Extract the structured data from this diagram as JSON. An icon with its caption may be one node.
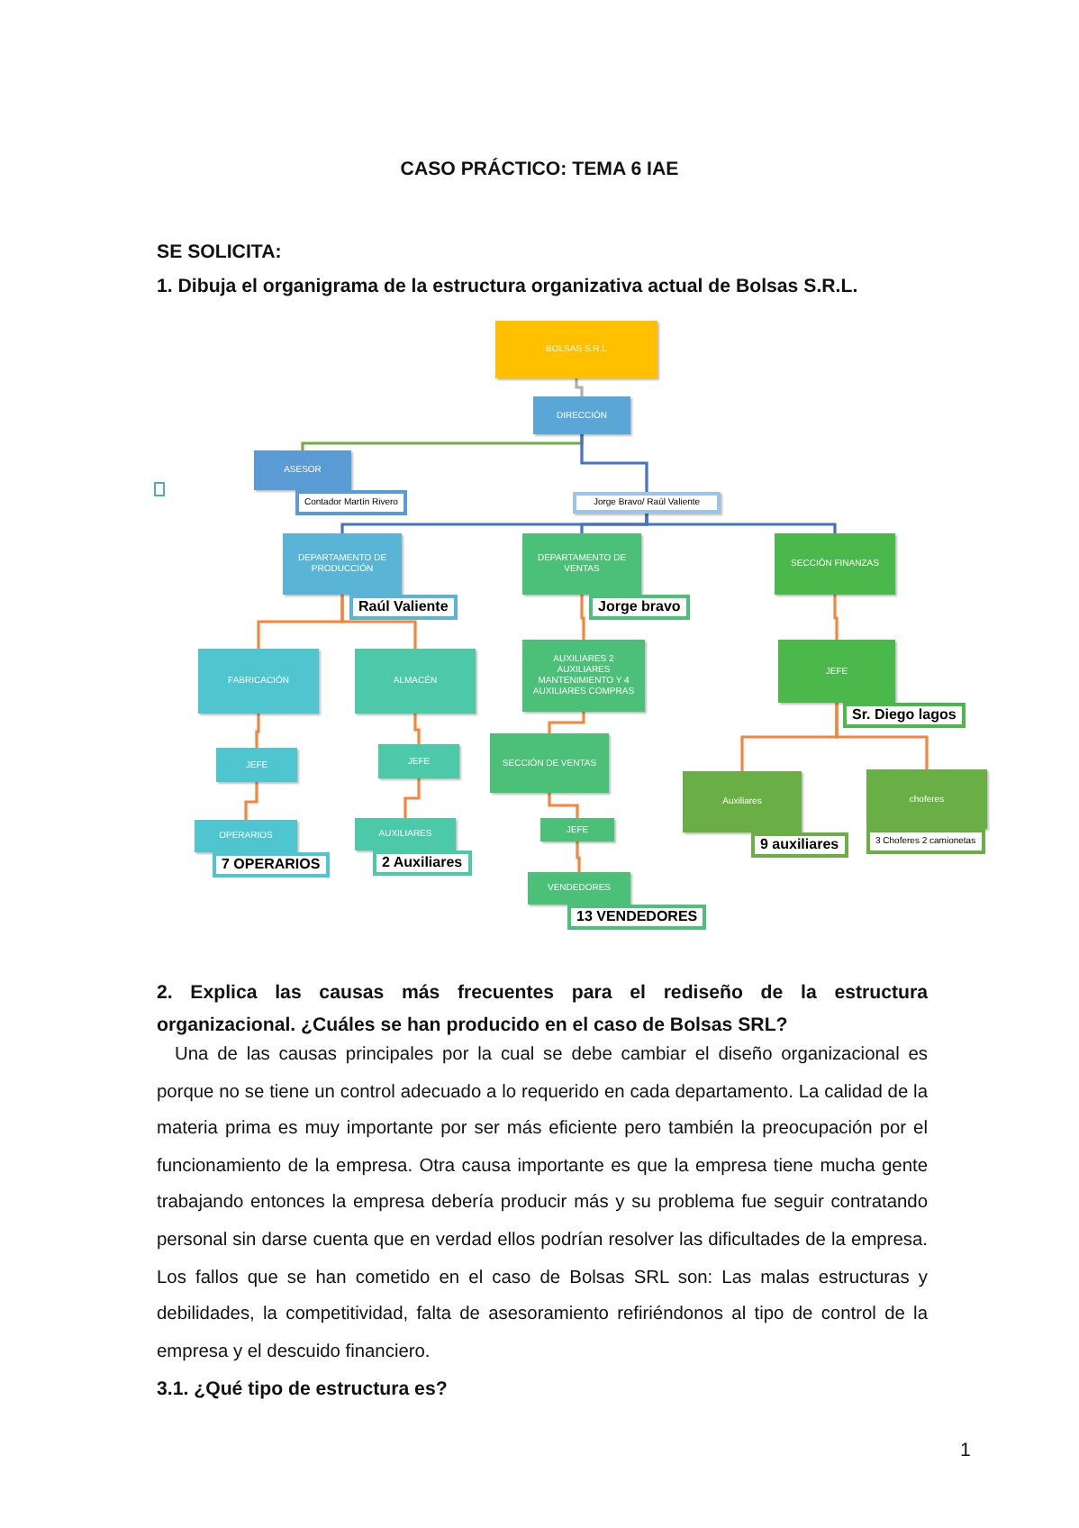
{
  "diagram": {
    "title": "CASO PRÁCTICO: TEMA 6 IAE",
    "nodes": [
      {
        "text": [
          "BOLSAS S.R.L"
        ]
      },
      {
        "text": [
          "DIRECCIÓN"
        ]
      },
      {
        "text": [
          "ASESOR"
        ],
        "beside": [
          "Contador Martín Rivero"
        ]
      },
      {
        "text": [
          "Jorge Bravo/ Raúl Valiente"
        ]
      },
      {
        "text": [
          "DEPARTAMENTO DE PRODUCCIÓN"
        ],
        "beside": [
          "Raúl Valiente"
        ]
      },
      {
        "text": [
          "DEPARTAMENTO DE VENTAS"
        ],
        "beside": [
          "Jorge bravo"
        ]
      },
      {
        "text": [
          "SECCIÓN FINANZAS"
        ]
      },
      {
        "text": [
          "FABRICACIÓN"
        ]
      },
      {
        "text": [
          "ALMACÉN"
        ]
      },
      {
        "text": [
          "AUXILIARES 2 AUXILIARES MANTENIMIENTO Y 4 AUXILIARES COMPRAS"
        ]
      },
      {
        "text": [
          "JEFE"
        ],
        "beside": [
          "Sr. Diego lagos"
        ]
      },
      {
        "text": [
          "JEFE"
        ]
      },
      {
        "text": [
          "JEFE"
        ]
      },
      {
        "text": [
          "SECCIÓN DE VENTAS"
        ]
      },
      {
        "text": [
          "Auxiliares"
        ],
        "beside": [
          "9 auxiliares"
        ]
      },
      {
        "text": [
          "choferes"
        ],
        "beside": [
          "3 Choferes 2 camionetas"
        ]
      },
      {
        "text": [
          "OPERARIOS"
        ],
        "beside": [
          "7 OPERARIOS"
        ]
      },
      {
        "text": [
          "AUXILIARES"
        ],
        "beside": [
          "2 Auxiliares"
        ]
      },
      {
        "text": [
          "JEFE"
        ]
      },
      {
        "text": [
          "VENDEDORES"
        ],
        "beside": [
          "13 VENDEDORES"
        ]
      }
    ],
    "edges": [
      {
        "from": 0,
        "to": 1,
        "arrow": "none",
        "color": "#b0b0b0"
      },
      {
        "from": 1,
        "to": 2,
        "arrow": "none",
        "color": "#70ad47"
      },
      {
        "from": 1,
        "to": 3,
        "arrow": "none",
        "color": "#4472c4"
      },
      {
        "from": 3,
        "to": 4,
        "arrow": "none",
        "color": "#4472c4"
      },
      {
        "from": 3,
        "to": 5,
        "arrow": "none",
        "color": "#4472c4"
      },
      {
        "from": 3,
        "to": 6,
        "arrow": "none",
        "color": "#4472c4"
      },
      {
        "from": 4,
        "to": 7,
        "arrow": "none"
      },
      {
        "from": 4,
        "to": 8,
        "arrow": "none"
      },
      {
        "from": 5,
        "to": 9,
        "arrow": "none"
      },
      {
        "from": 6,
        "to": 10,
        "arrow": "none"
      },
      {
        "from": 7,
        "to": 11,
        "arrow": "none"
      },
      {
        "from": 8,
        "to": 12,
        "arrow": "none"
      },
      {
        "from": 9,
        "to": 13,
        "arrow": "none"
      },
      {
        "from": 10,
        "to": 14,
        "arrow": "none"
      },
      {
        "from": 10,
        "to": 15,
        "arrow": "none"
      },
      {
        "from": 11,
        "to": 16,
        "arrow": "none"
      },
      {
        "from": 12,
        "to": 17,
        "arrow": "none"
      },
      {
        "from": 13,
        "to": 18,
        "arrow": "none"
      },
      {
        "from": 18,
        "to": 19,
        "arrow": "none"
      }
    ],
    "labels": [
      "SE SOLICITA:",
      "1. Dibuja el organigrama de la estructura organizativa actual de Bolsas S.R.L.",
      "2. Explica las causas más frecuentes para el rediseño de la estructura organizacional. ¿Cuáles se han producido en el caso de Bolsas SRL?",
      "Una de las causas principales por la cual se debe cambiar el diseño organizacional es porque no se tiene un control adecuado a lo requerido en cada departamento. La calidad de la materia prima es muy importante por ser más eficiente pero también la preocupación por el funcionamiento de la empresa. Otra causa importante es que la empresa tiene mucha gente trabajando entonces la empresa debería producir más y su problema fue seguir contratando personal sin darse cuenta que en verdad ellos podrían resolver las dificultades de la empresa. Los fallos que se han cometido en el caso de Bolsas SRL son: Las malas estructuras y debilidades, la competitividad, falta de asesoramiento refiriéndonos al tipo de control de la empresa y el descuido financiero.",
      "3.1. ¿Qué tipo de estructura es?",
      "1"
    ]
  }
}
